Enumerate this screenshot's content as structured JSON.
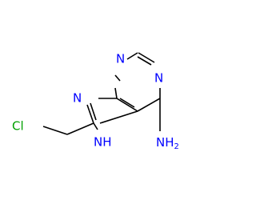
{
  "colors": {
    "bond": "#000000",
    "nitrogen": "#0000ff",
    "chlorine": "#00a000"
  },
  "atoms": {
    "n1": "N",
    "n3": "N",
    "n7": "N",
    "n9h": "NH",
    "nh2_main": "NH",
    "nh2_sub": "2",
    "cl": "Cl"
  }
}
